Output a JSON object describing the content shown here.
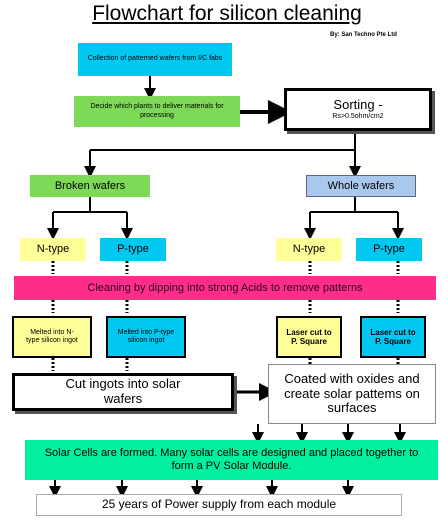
{
  "title": "Flowchart for silicon cleaning",
  "credit": "By: San Techno   Pte  Ltd",
  "nodes": {
    "collection": "Collection of patterned wafers from I/C    fabs",
    "decide": "Decide which plants to deliver materials for processing",
    "sorting_title": "Sorting -",
    "sorting_sub": "Rs>0.5ohm/cm2",
    "broken": "Broken wafers",
    "whole": "Whole wafers",
    "ntype_left": "N-type",
    "ptype_left": "P-type",
    "ntype_right": "N-type",
    "ptype_right": "P-type",
    "cleaning": "Cleaning by dipping into strong Acids to remove patterns",
    "melted_n": "Melted into N-type silicon ingot",
    "melted_p": "Melted into P-type silicon ingot",
    "laser_1": "Laser cut to P. Square",
    "laser_2": "Laser cut to P. Square",
    "cut_ingots": "Cut ingots into solar wafers",
    "coated": "Coated with oxides and create solar pattems on surfaces",
    "solar_cells": "Solar Cells are formed. Many solar cells are designed and placed together to form a PV Solar Module.",
    "power_supply": "25 years of Power supply from each module"
  },
  "colors": {
    "cyan": "#00c8f0",
    "green": "#7ed957",
    "yellow": "#ffff99",
    "pink": "#ff2d8a",
    "teal": "#00f0a0",
    "white": "#ffffff"
  }
}
